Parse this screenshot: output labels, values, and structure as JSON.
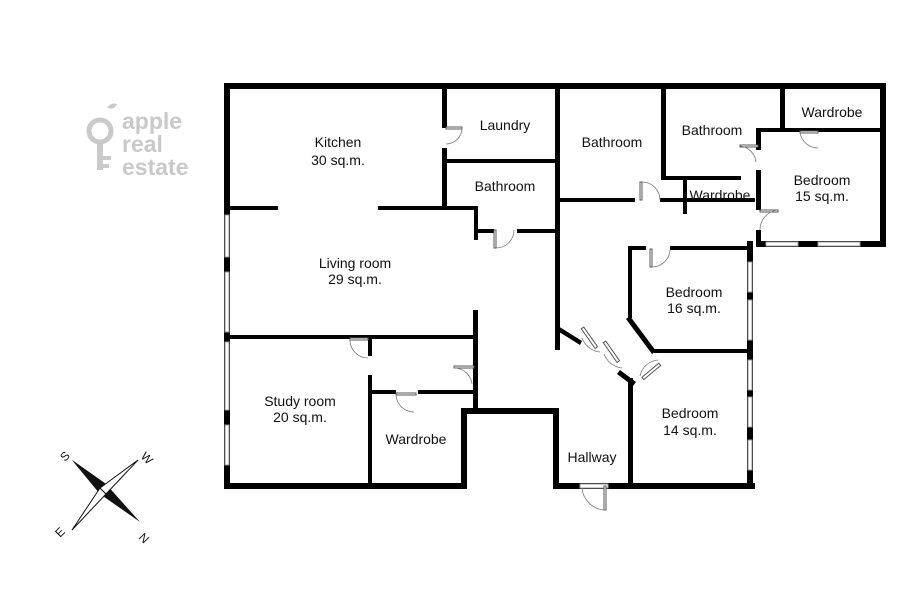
{
  "logo": {
    "name": "logo",
    "lines": [
      "apple",
      "real",
      "estate"
    ],
    "color": "#c9c9c9"
  },
  "rooms": [
    {
      "id": "kitchen",
      "name": "Kitchen",
      "area": "30 sq.m."
    },
    {
      "id": "laundry",
      "name": "Laundry",
      "area": ""
    },
    {
      "id": "bathroom-1",
      "name": "Bathroom",
      "area": ""
    },
    {
      "id": "bathroom-2",
      "name": "Bathroom",
      "area": ""
    },
    {
      "id": "bathroom-3",
      "name": "Bathroom",
      "area": ""
    },
    {
      "id": "wardrobe-1",
      "name": "Wardrobe",
      "area": ""
    },
    {
      "id": "wardrobe-2",
      "name": "Wardrobe",
      "area": ""
    },
    {
      "id": "wardrobe-3",
      "name": "Wardrobe",
      "area": ""
    },
    {
      "id": "bedroom-1",
      "name": "Bedroom",
      "area": "15 sq.m."
    },
    {
      "id": "bedroom-2",
      "name": "Bedroom",
      "area": "16 sq.m."
    },
    {
      "id": "bedroom-3",
      "name": "Bedroom",
      "area": "14 sq.m."
    },
    {
      "id": "living-room",
      "name": "Living room",
      "area": "29 sq.m."
    },
    {
      "id": "study-room",
      "name": "Study room",
      "area": "20 sq.m."
    },
    {
      "id": "hallway",
      "name": "Hallway",
      "area": ""
    }
  ],
  "compass": {
    "labels": {
      "north": "N",
      "south": "S",
      "east": "E",
      "west": "W"
    }
  },
  "colors": {
    "wall": "#000000",
    "window": "#ffffff",
    "label": "#111111"
  }
}
